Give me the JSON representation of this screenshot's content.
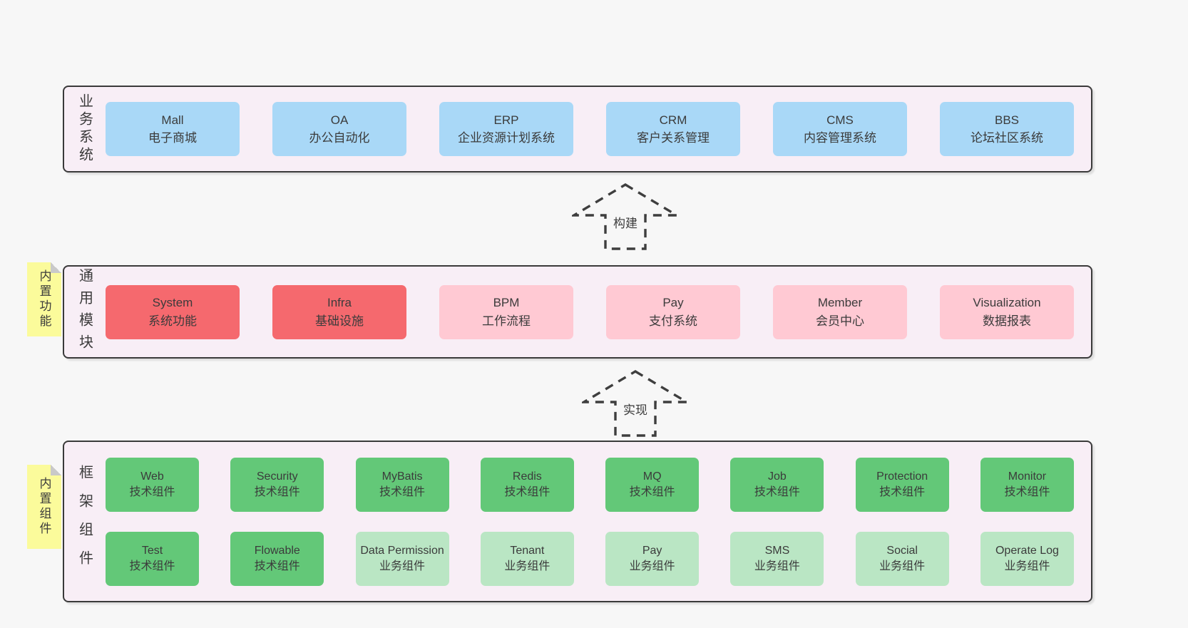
{
  "colors": {
    "page_bg": "#f7f7f7",
    "panel_bg": "#f8eef6",
    "panel_border": "#3a3a3a",
    "blue": "#a9d8f7",
    "red": "#f5696e",
    "pink": "#ffc9d3",
    "green": "#63c878",
    "light_green": "#bae6c4",
    "sticky_yellow": "#fbfb9b",
    "sticky_fold": "#c9c9c9",
    "text": "#3b3b3b"
  },
  "arrows": [
    {
      "label": "构建"
    },
    {
      "label": "实现"
    }
  ],
  "layers": {
    "business": {
      "label": "业务系统",
      "boxes": [
        {
          "name": "Mall",
          "desc": "电子商城"
        },
        {
          "name": "OA",
          "desc": "办公自动化"
        },
        {
          "name": "ERP",
          "desc": "企业资源计划系统"
        },
        {
          "name": "CRM",
          "desc": "客户关系管理"
        },
        {
          "name": "CMS",
          "desc": "内容管理系统"
        },
        {
          "name": "BBS",
          "desc": "论坛社区系统"
        }
      ]
    },
    "modules": {
      "label": "通用模块",
      "tag": "内置功能",
      "boxes": [
        {
          "name": "System",
          "desc": "系统功能"
        },
        {
          "name": "Infra",
          "desc": "基础设施"
        },
        {
          "name": "BPM",
          "desc": "工作流程"
        },
        {
          "name": "Pay",
          "desc": "支付系统"
        },
        {
          "name": "Member",
          "desc": "会员中心"
        },
        {
          "name": "Visualization",
          "desc": "数据报表"
        }
      ]
    },
    "components": {
      "label": "框架组件",
      "tag": "内置组件",
      "rows": [
        [
          {
            "name": "Web",
            "desc": "技术组件"
          },
          {
            "name": "Security",
            "desc": "技术组件"
          },
          {
            "name": "MyBatis",
            "desc": "技术组件"
          },
          {
            "name": "Redis",
            "desc": "技术组件"
          },
          {
            "name": "MQ",
            "desc": "技术组件"
          },
          {
            "name": "Job",
            "desc": "技术组件"
          },
          {
            "name": "Protection",
            "desc": "技术组件"
          },
          {
            "name": "Monitor",
            "desc": "技术组件"
          }
        ],
        [
          {
            "name": "Test",
            "desc": "技术组件"
          },
          {
            "name": "Flowable",
            "desc": "技术组件"
          },
          {
            "name": "Data Permission",
            "desc": "业务组件"
          },
          {
            "name": "Tenant",
            "desc": "业务组件"
          },
          {
            "name": "Pay",
            "desc": "业务组件"
          },
          {
            "name": "SMS",
            "desc": "业务组件"
          },
          {
            "name": "Social",
            "desc": "业务组件"
          },
          {
            "name": "Operate Log",
            "desc": "业务组件"
          }
        ]
      ]
    }
  }
}
